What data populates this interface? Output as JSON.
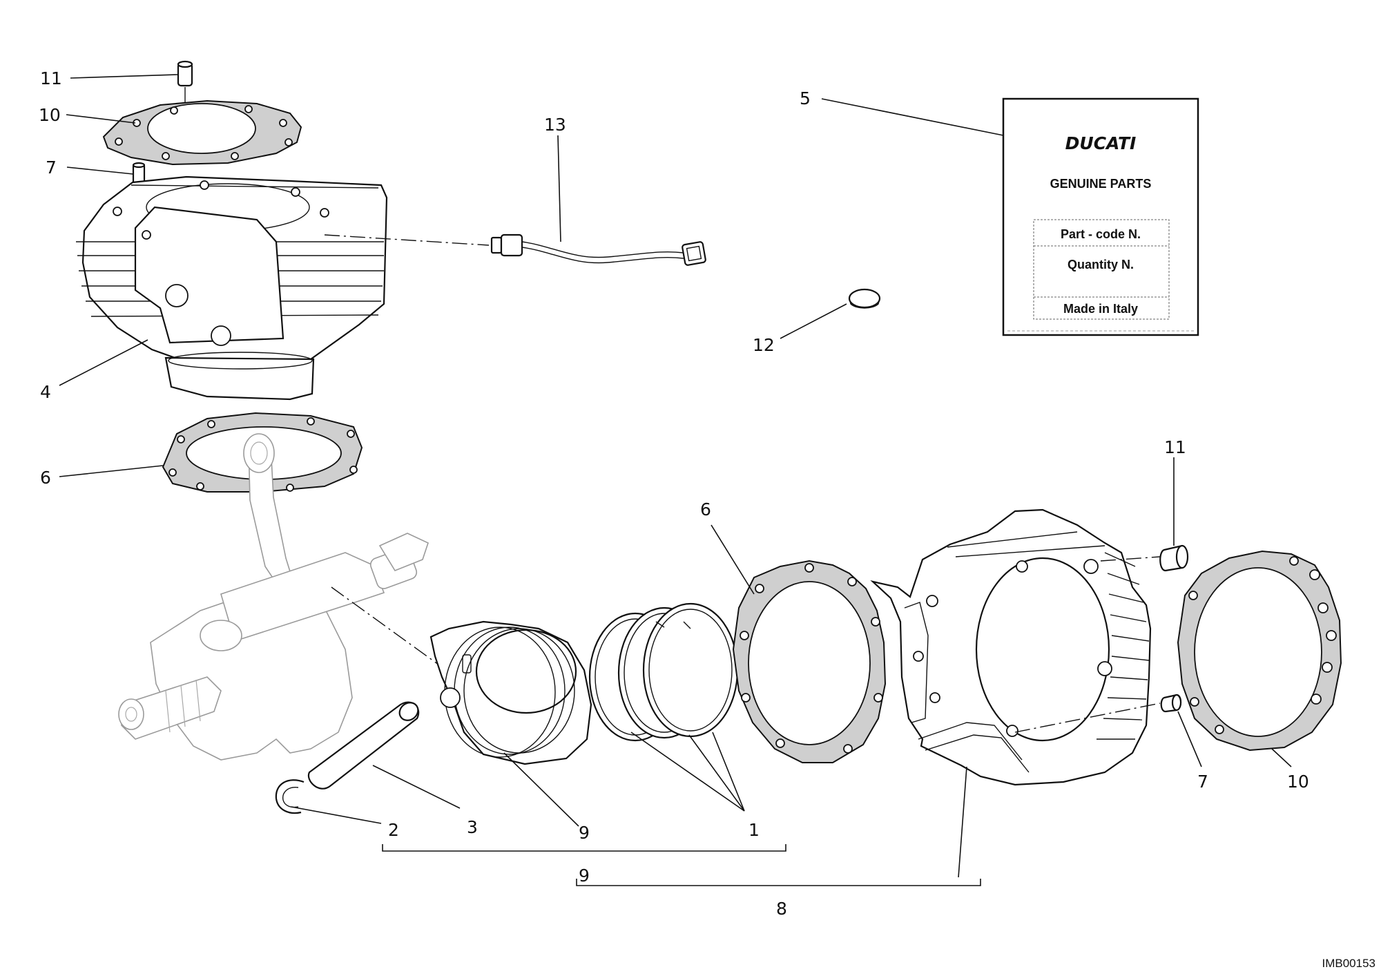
{
  "callouts": {
    "c11_top": "11",
    "c10_top": "10",
    "c7_top": "7",
    "c4": "4",
    "c6_left": "6",
    "c13": "13",
    "c5": "5",
    "c12": "12",
    "c6_mid": "6",
    "c11_right": "11",
    "c7_right": "7",
    "c10_right": "10",
    "c2": "2",
    "c3": "3",
    "c9_upper": "9",
    "c1": "1",
    "c9_lower": "9",
    "c8": "8"
  },
  "label_card": {
    "brand": "DUCATI",
    "heading": "GENUINE PARTS",
    "part_code": "Part - code N.",
    "quantity": "Quantity N.",
    "made_in": "Made in Italy"
  },
  "figure_code": "IMB00153"
}
